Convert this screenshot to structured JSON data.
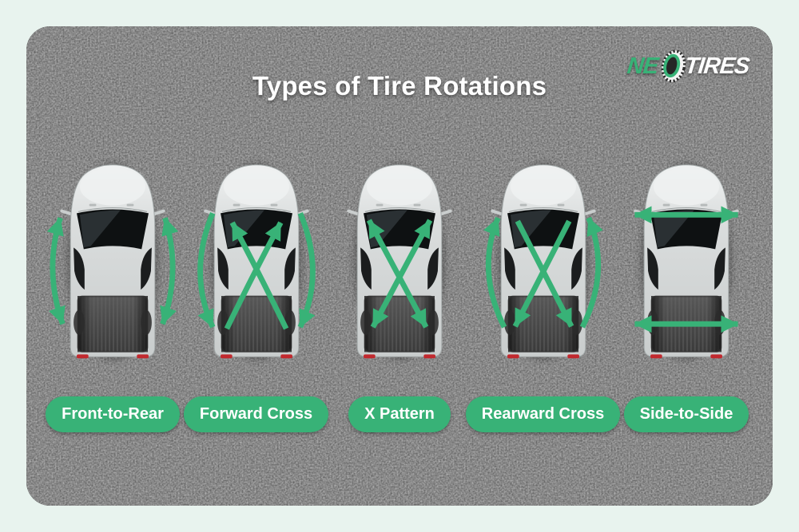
{
  "title": "Types of Tire Rotations",
  "logo": {
    "prefix": "NE",
    "suffix": "TIRES",
    "icon": "tire-icon"
  },
  "colors": {
    "accent_green": "#38b277",
    "background_mint": "#e8f3ee",
    "panel_asphalt": "#262626",
    "car_body": "#d6d9d9",
    "windshield_black": "#0e1112",
    "taillight_red": "#c1292e",
    "label_text": "#ffffff"
  },
  "patterns": [
    {
      "id": "front-to-rear",
      "label": "Front-to-Rear",
      "arrows": "curved double-headed arrow along each side swapping front and rear tires straight back and forth"
    },
    {
      "id": "forward-cross",
      "label": "Forward Cross",
      "arrows": "rear tires cross diagonally up to the front; front tires move straight back along the outer sides"
    },
    {
      "id": "x-pattern",
      "label": "X Pattern",
      "arrows": "two crossing double-headed diagonal arrows swapping all four tires diagonally"
    },
    {
      "id": "rearward-cross",
      "label": "Rearward Cross",
      "arrows": "front tires cross diagonally down to the rear; rear tires move straight forward along the outer sides"
    },
    {
      "id": "side-to-side",
      "label": "Side-to-Side",
      "arrows": "horizontal double-headed arrow across each axle swapping left and right tires"
    }
  ]
}
